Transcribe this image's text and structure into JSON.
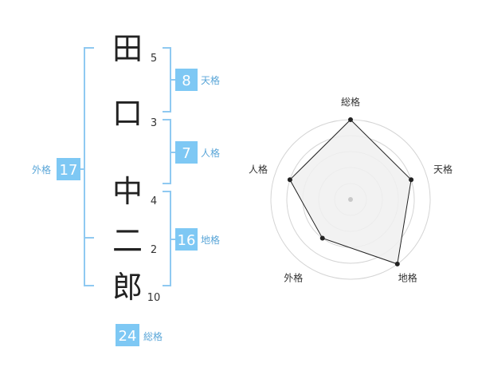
{
  "name": {
    "characters": [
      {
        "char": "田",
        "strokes": "5"
      },
      {
        "char": "口",
        "strokes": "3"
      },
      {
        "char": "中",
        "strokes": "4"
      },
      {
        "char": "二",
        "strokes": "2"
      },
      {
        "char": "郎",
        "strokes": "10"
      }
    ]
  },
  "fortune": {
    "tenkaku": {
      "value": "8",
      "label": "天格"
    },
    "jinkaku": {
      "value": "7",
      "label": "人格"
    },
    "chikaku": {
      "value": "16",
      "label": "地格"
    },
    "gaikaku": {
      "value": "17",
      "label": "外格"
    },
    "soukaku": {
      "value": "24",
      "label": "総格"
    }
  },
  "colors": {
    "bracket": "#8fc9f1",
    "badge_bg": "#7ec8f4",
    "badge_text": "#ffffff",
    "label_text": "#5aa6d8",
    "char_text": "#222222",
    "stroke_text": "#333333",
    "radar_ring": "#d4d4d4",
    "radar_fill": "#f0f0f0",
    "radar_line": "#222222",
    "radar_center": "#c8c8c8"
  },
  "chart_data": {
    "type": "radar",
    "axes": [
      "総格",
      "天格",
      "地格",
      "外格",
      "人格"
    ],
    "values": [
      5,
      4,
      5,
      3,
      4
    ],
    "range": [
      0,
      5
    ],
    "rings": 5
  }
}
